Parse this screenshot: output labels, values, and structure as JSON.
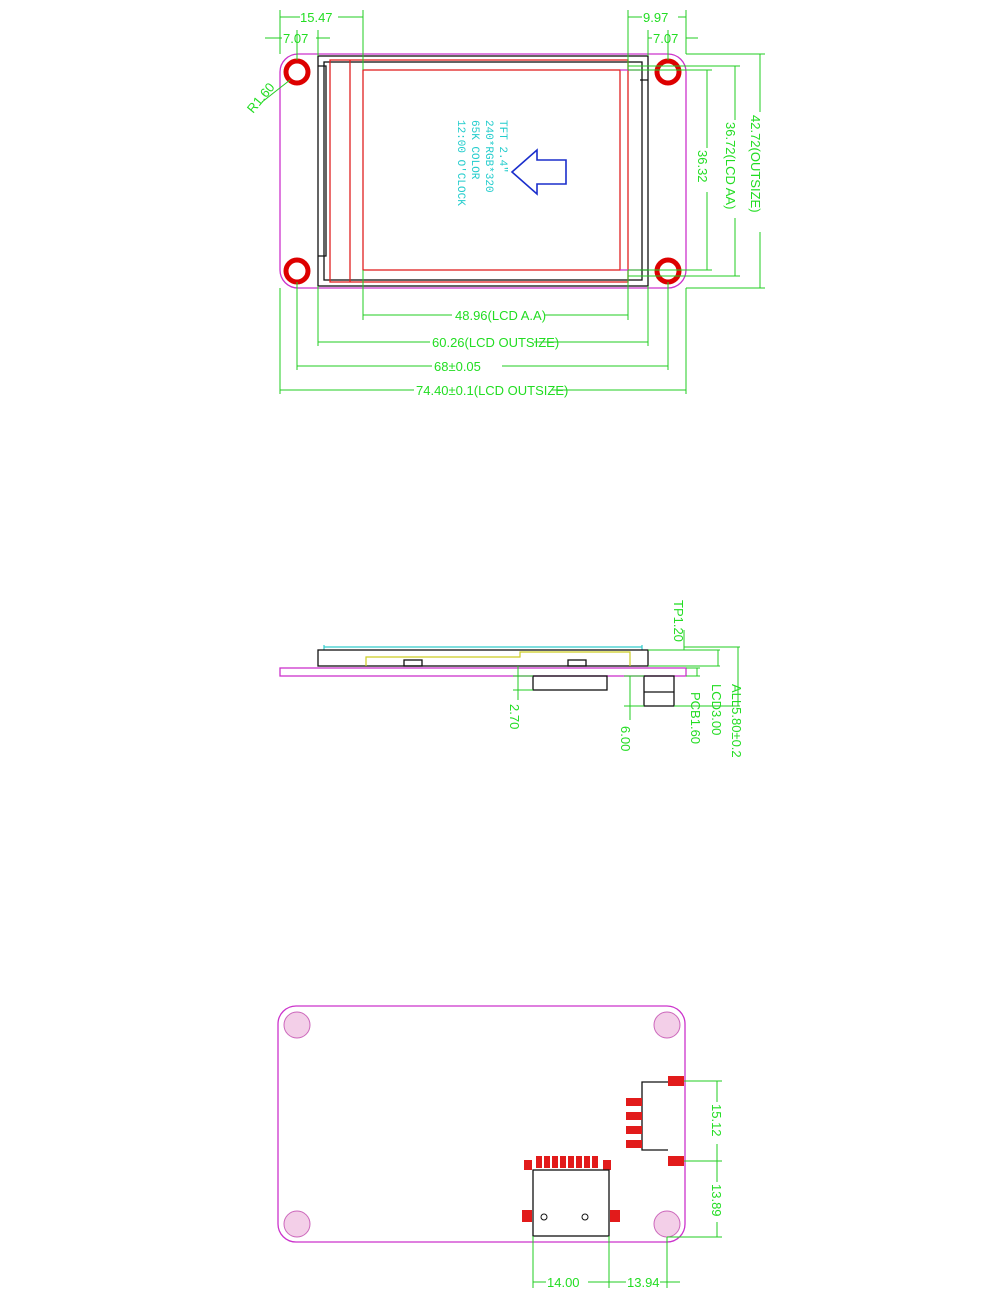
{
  "front_view": {
    "dims": {
      "top_15_47": "15.47",
      "top_7_07_left": "7.07",
      "top_9_97": "9.97",
      "top_7_07_right": "7.07",
      "hole_r": "R1.60",
      "right_42_72": "42.72(OUTSIZE)",
      "right_36_72": "36.72(LCD AA)",
      "right_36_32": "36.32",
      "bottom_48_96": "48.96(LCD A.A)",
      "bottom_60_26": "60.26(LCD OUTSIZE)",
      "bottom_68": "68±0.05",
      "bottom_74_40": "74.40±0.1(LCD OUTSIZE)"
    },
    "screen_text": [
      "TFT 2.4\"",
      "240*RGB*320",
      "65K COLOR",
      "12:00 O'CLOCK"
    ]
  },
  "side_view": {
    "dims": {
      "tp": "TP1.20",
      "all": "ALL5.80±0.2",
      "lcd": "LCD3.00",
      "pcb": "PCB1.60",
      "d_2_70": "2.70",
      "d_6_00": "6.00"
    }
  },
  "back_view": {
    "dims": {
      "d_15_12": "15.12",
      "d_13_89": "13.89",
      "d_14_00": "14.00",
      "d_13_94": "13.94"
    }
  },
  "colors": {
    "dimension": "#22cc22",
    "board_outline": "#cc33cc",
    "lcd_outline": "#e02020",
    "frame": "#111111",
    "screen_text": "#22cccc",
    "arrow": "#1a2ecc"
  }
}
